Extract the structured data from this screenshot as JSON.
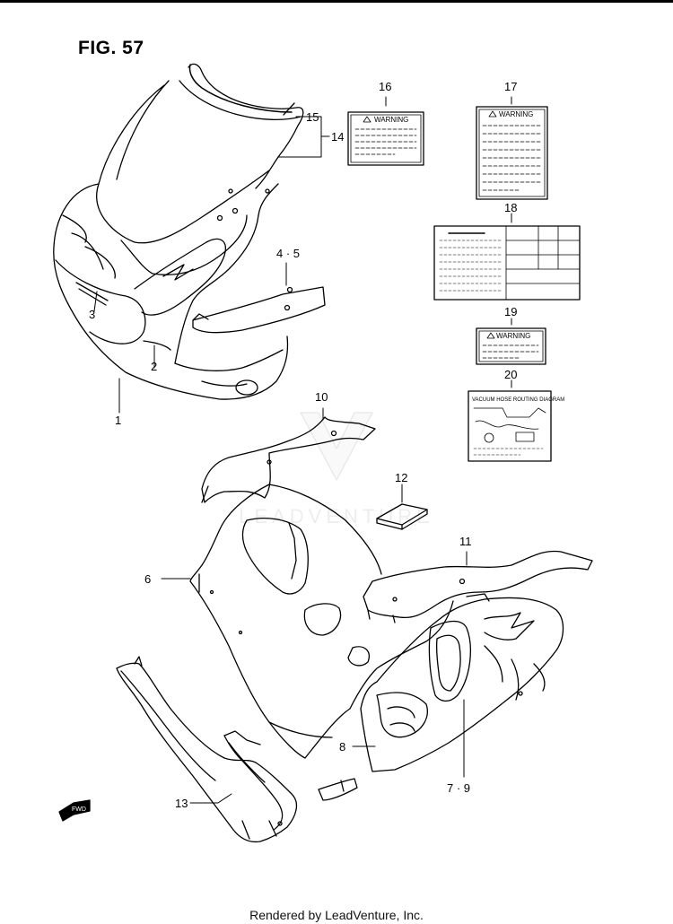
{
  "figure": {
    "title": "FIG. 57"
  },
  "footer": {
    "text": "Rendered by LeadVenture, Inc."
  },
  "watermark": {
    "text": "LEADVENTURE"
  },
  "fwd_arrow": {
    "label": "FWD"
  },
  "callouts": {
    "c1": "1",
    "c2": "2",
    "c3": "3",
    "c45": "4 · 5",
    "c6": "6",
    "c79": "7 · 9",
    "c8": "8",
    "c10": "10",
    "c11": "11",
    "c12": "12",
    "c13": "13",
    "c14": "14",
    "c15": "15",
    "c16": "16",
    "c17": "17",
    "c18": "18",
    "c19": "19",
    "c20": "20"
  },
  "labels": {
    "label16": {
      "heading": "WARNING"
    },
    "label17": {
      "heading": "WARNING"
    },
    "label19": {
      "heading": "WARNING"
    },
    "label20": {
      "heading": "VACUUM HOSE ROUTING DIAGRAM"
    }
  },
  "colors": {
    "ink": "#000000",
    "paper": "#ffffff",
    "watermark": "#d9d9d9"
  }
}
